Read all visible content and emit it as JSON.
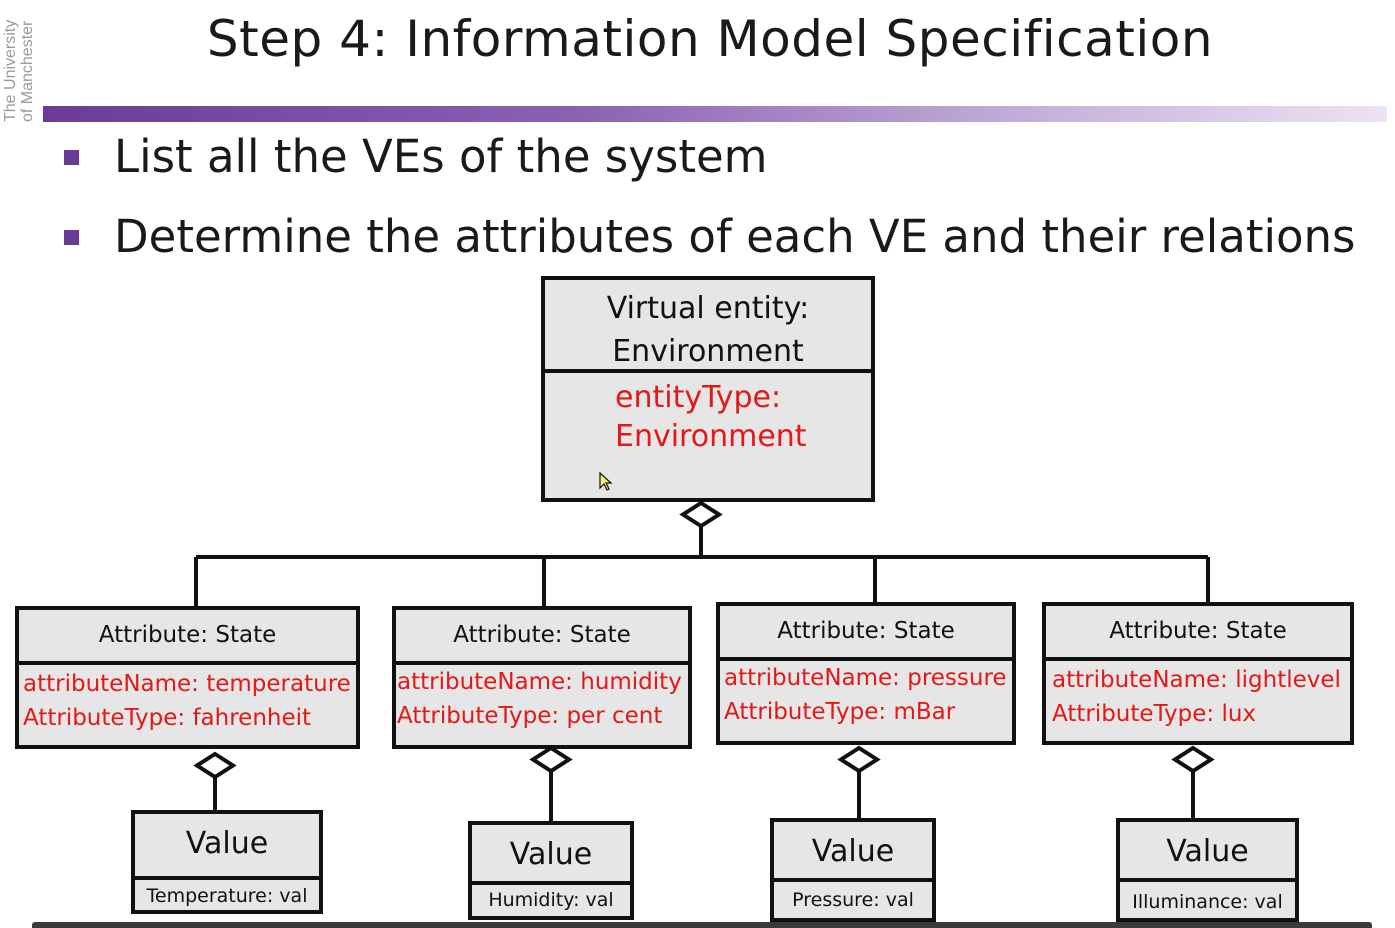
{
  "logo": {
    "line1": "The University",
    "line2": "of Manchester"
  },
  "title": "Step 4: Information Model Specification",
  "bullets": [
    "List all the VEs of the system",
    "Determine the attributes of each VE and their relations"
  ],
  "colors": {
    "accent": "#6a3c96",
    "attr_text": "#e31818",
    "box_fill": "#e6e6e6"
  },
  "diagram": {
    "entity": {
      "header_line1": "Virtual entity:",
      "header_line2": "Environment",
      "attr_line1": "entityType:",
      "attr_line2": "Environment"
    },
    "attributes": [
      {
        "header": "Attribute: State",
        "name": "attributeName: temperature",
        "type": "AttributeType: fahrenheit",
        "value_title": "Value",
        "value_field": "Temperature:  val"
      },
      {
        "header": "Attribute: State",
        "name": "attributeName: humidity",
        "type": "AttributeType: per cent",
        "value_title": "Value",
        "value_field": "Humidity:  val"
      },
      {
        "header": "Attribute: State",
        "name": "attributeName: pressure",
        "type": "AttributeType: mBar",
        "value_title": "Value",
        "value_field": "Pressure:  val"
      },
      {
        "header": "Attribute: State",
        "name": "attributeName: lightlevel",
        "type": "AttributeType: lux",
        "value_title": "Value",
        "value_field": "Illuminance:  val"
      }
    ]
  }
}
